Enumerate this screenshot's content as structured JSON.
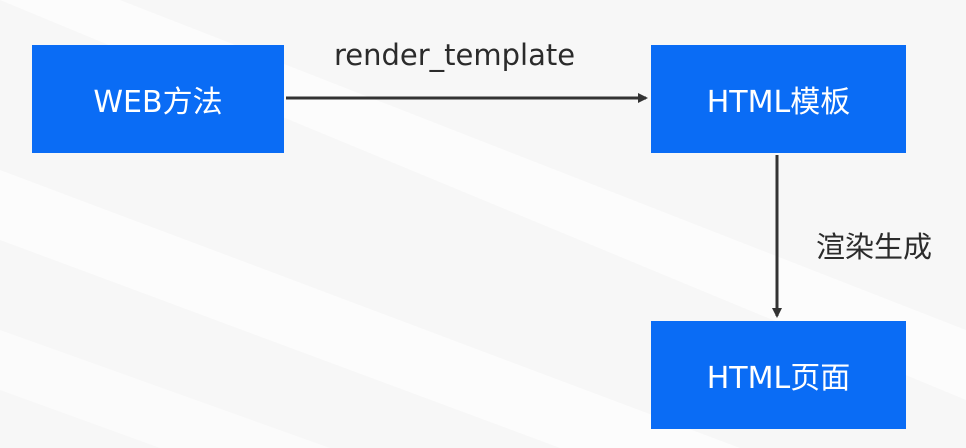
{
  "nodes": {
    "web_method": "WEB方法",
    "html_template": "HTML模板",
    "html_page": "HTML页面"
  },
  "edges": {
    "web_to_template": "render_template",
    "template_to_page": "渲染生成"
  },
  "colors": {
    "box_fill": "#0a6cf5",
    "box_text": "#ffffff",
    "arrow": "#333333",
    "background": "#f7f7f7"
  }
}
